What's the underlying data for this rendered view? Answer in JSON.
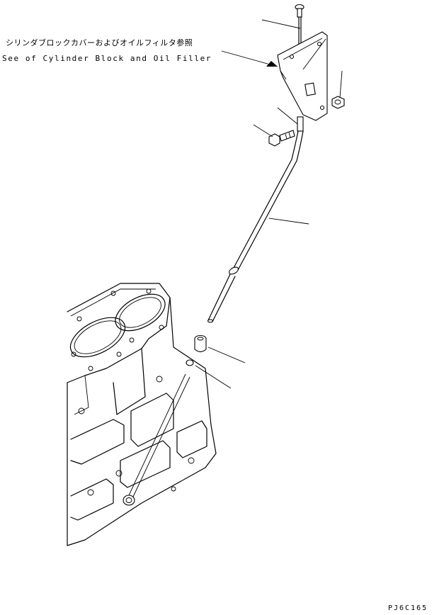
{
  "reference_note": {
    "japanese": "シリンダブロックカバーおよびオイルフィルタ参照",
    "english": "See of Cylinder Block and Oil Filler"
  },
  "drawing_code": "PJ6C165",
  "parts": [
    {
      "name": "dipstick-gauge"
    },
    {
      "name": "mounting-bracket"
    },
    {
      "name": "nut"
    },
    {
      "name": "o-ring"
    },
    {
      "name": "bolt"
    },
    {
      "name": "guide-tube"
    },
    {
      "name": "grommet-sleeve"
    },
    {
      "name": "plug"
    },
    {
      "name": "cylinder-block"
    }
  ]
}
